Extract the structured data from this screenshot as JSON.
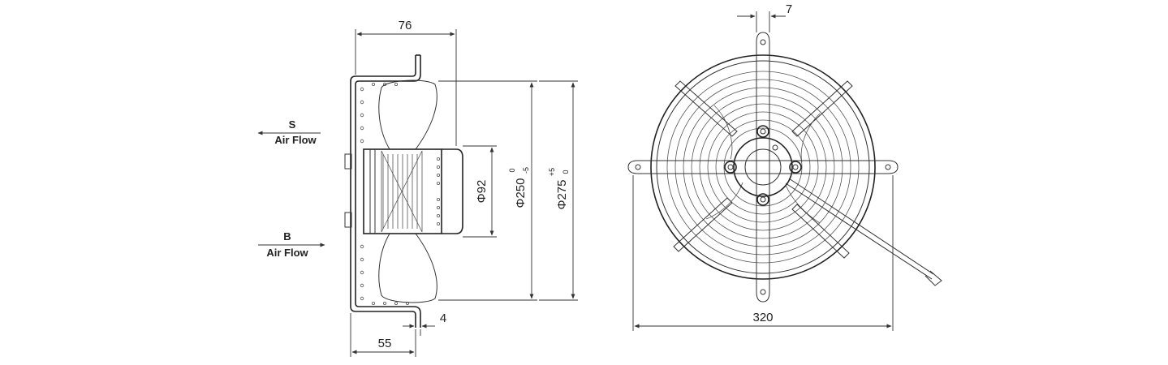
{
  "side_view": {
    "dim_width_top": "76",
    "dim_bottom_left": "55",
    "dim_bottom_small": "4",
    "dia_hub": "Φ92",
    "dia_blade": "Φ250",
    "dia_blade_tol_upper": "0",
    "dia_blade_tol_lower": "-5",
    "dia_outer": "Φ275",
    "dia_outer_tol_upper": "+5",
    "dia_outer_tol_lower": "0"
  },
  "airflow": {
    "s_label": "S",
    "s_text": "Air Flow",
    "b_label": "B",
    "b_text": "Air Flow"
  },
  "front_view": {
    "dim_top_slot": "7",
    "dim_width_bottom": "320"
  },
  "colors": {
    "line": "#333333",
    "background": "#ffffff"
  }
}
